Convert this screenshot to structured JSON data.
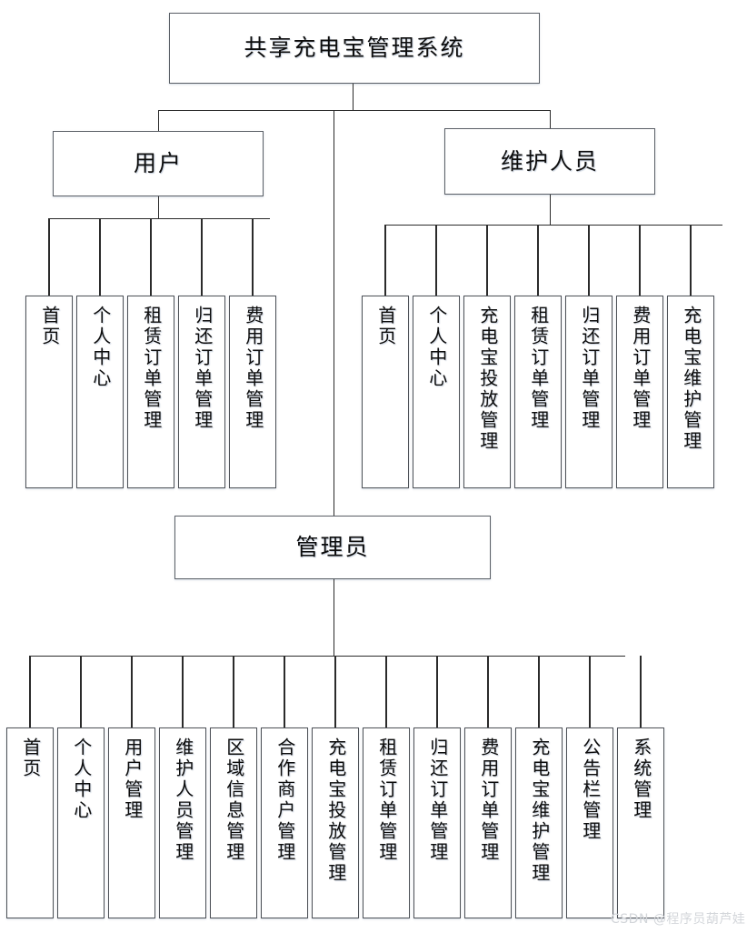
{
  "diagram": {
    "title": "共享充电宝管理系统",
    "type": "function-tree",
    "root": {
      "label": "共享充电宝管理系统"
    },
    "roles": [
      {
        "key": "user",
        "label": "用户"
      },
      {
        "key": "maint",
        "label": "维护人员"
      },
      {
        "key": "admin",
        "label": "管理员"
      }
    ],
    "user_children": [
      {
        "label": "首页"
      },
      {
        "label": "个人中心"
      },
      {
        "label": "租赁订单管理"
      },
      {
        "label": "归还订单管理"
      },
      {
        "label": "费用订单管理"
      }
    ],
    "maint_children": [
      {
        "label": "首页"
      },
      {
        "label": "个人中心"
      },
      {
        "label": "充电宝投放管理"
      },
      {
        "label": "租赁订单管理"
      },
      {
        "label": "归还订单管理"
      },
      {
        "label": "费用订单管理"
      },
      {
        "label": "充电宝维护管理"
      }
    ],
    "admin_children": [
      {
        "label": "首页"
      },
      {
        "label": "个人中心"
      },
      {
        "label": "用户管理"
      },
      {
        "label": "维护人员管理"
      },
      {
        "label": "区域信息管理"
      },
      {
        "label": "合作商户管理"
      },
      {
        "label": "充电宝投放管理"
      },
      {
        "label": "租赁订单管理"
      },
      {
        "label": "归还订单管理"
      },
      {
        "label": "费用订单管理"
      },
      {
        "label": "充电宝维护管理"
      },
      {
        "label": "公告栏管理"
      },
      {
        "label": "系统管理"
      }
    ]
  },
  "watermark": {
    "text": "CSDN @程序员葫芦娃"
  },
  "colors": {
    "box_border": "#5a5f66",
    "line": "#2b2b2b",
    "text": "#0d0d0d",
    "background": "#ffffff",
    "watermark": "#d3d6da"
  }
}
